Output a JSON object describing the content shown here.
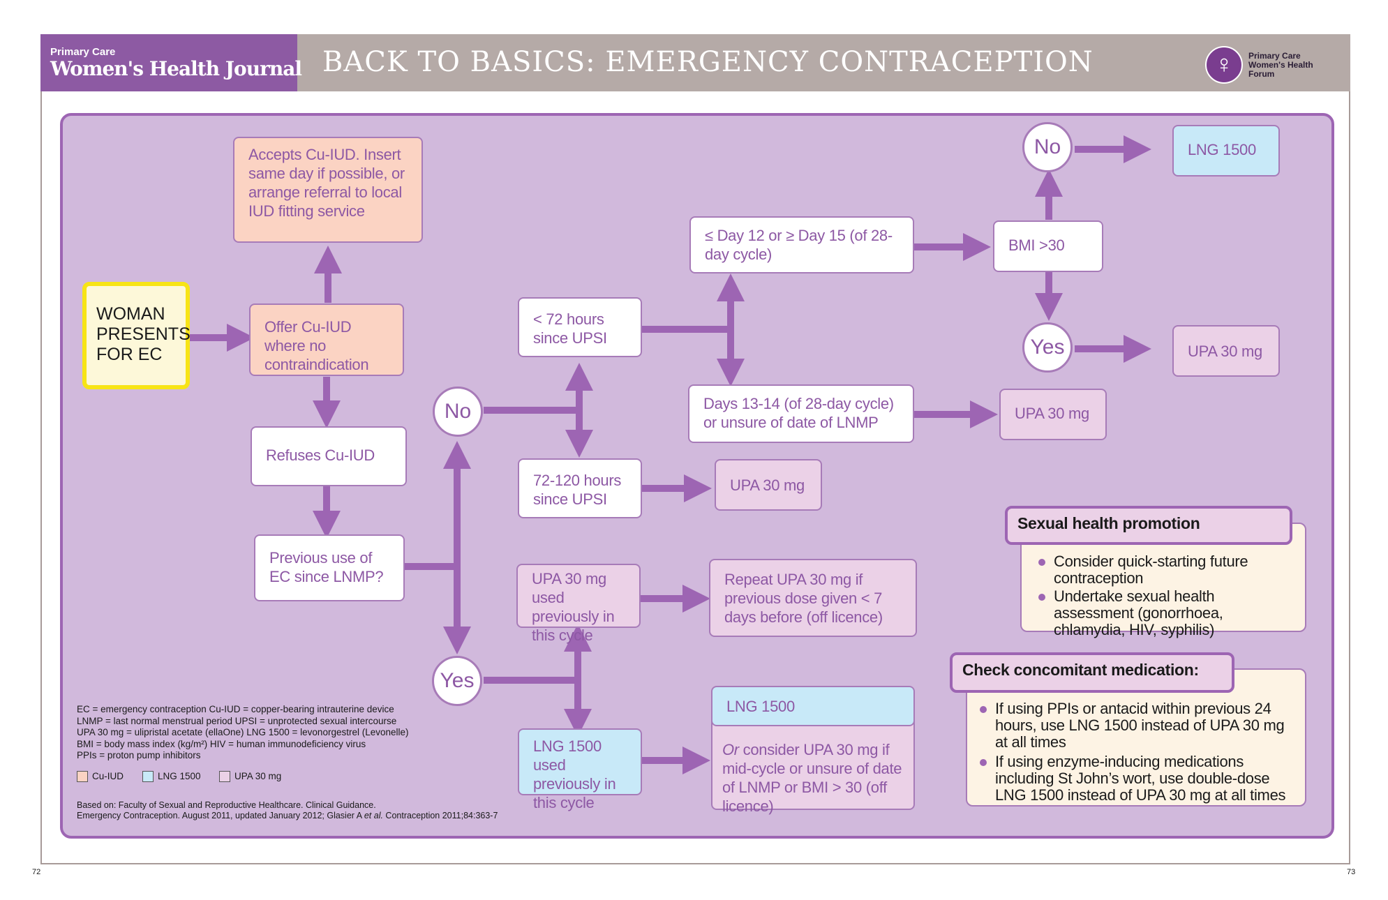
{
  "header": {
    "brand_small": "Primary Care",
    "brand_big": "Women's Health Journal",
    "title": "BACK TO BASICS: EMERGENCY CONTRACEPTION",
    "forum_text": "Primary Care Women's Health Forum",
    "forum_symbol": "♀"
  },
  "colors": {
    "header_purple": "#8d5aa3",
    "header_grey": "#b5aaa7",
    "panel": "#d1b9dc",
    "cu_iud": "#fbd3c3",
    "lng_1500": "#c8e9f8",
    "upa_30": "#ebd1e7",
    "start": "#f7e416"
  },
  "flow": {
    "woman": "WOMAN PRESENTS FOR EC",
    "accepts": "Accepts Cu-IUD. Insert same day if possible, or arrange referral to local IUD fitting service",
    "offer": "Offer Cu-IUD where no contraindication",
    "refuses": "Refuses Cu-IUD",
    "previous": "Previous use of EC since LNMP?",
    "no": "No",
    "yes": "Yes",
    "lt72": "< 72 hours since UPSI",
    "h72_120": "72-120 hours since UPSI",
    "upa_a": "UPA 30 mg",
    "day12": "≤ Day 12 or ≥ Day 15 (of 28-day cycle)",
    "days13": "Days 13-14 (of 28-day cycle) or unsure of date of LNMP",
    "upa_b": "UPA 30 mg",
    "bmi": "BMI >30",
    "bmi_no": "No",
    "bmi_yes": "Yes",
    "lng_top": "LNG 1500",
    "upa_top": "UPA 30 mg",
    "upa_used": "UPA 30 mg used previously in this cycle",
    "repeat": "Repeat UPA 30 mg if previous dose given < 7 days before (off licence)",
    "lng_used": "LNG 1500 used previously in this cycle",
    "lng_bottom_head": "LNG 1500",
    "lng_bottom_or": "Or",
    "lng_bottom_body": " consider UPA 30 mg if mid-cycle or unsure of date of LNMP or BMI > 30 (off licence)"
  },
  "promo": {
    "title": "Sexual health promotion",
    "items": [
      "Consider quick-starting future contraception",
      "Undertake sexual health assessment (gonorrhoea, chlamydia, HIV, syphilis)"
    ]
  },
  "meds": {
    "title": "Check concomitant medication:",
    "items": [
      "If using PPIs or antacid within previous 24 hours, use LNG 1500 instead of UPA 30 mg at all times",
      "If using enzyme-inducing medications including St John’s wort, use double-dose LNG 1500 instead of UPA 30 mg at all times"
    ]
  },
  "legend": {
    "lines": [
      "EC = emergency contraception Cu-IUD = copper-bearing intrauterine device",
      "LNMP = last normal menstrual period  UPSI = unprotected sexual intercourse",
      "UPA 30 mg = ulipristal acetate (ellaOne)  LNG 1500 = levonorgestrel (Levonelle)",
      "BMI = body mass index (kg/m²)  HIV = human immunodeficiency virus",
      "PPIs = proton pump inhibitors"
    ],
    "key_cu": "Cu-IUD",
    "key_lng": "LNG 1500",
    "key_upa": "UPA 30 mg"
  },
  "source": {
    "line1": "Based on: Faculty of Sexual and Reproductive Healthcare. Clinical Guidance.",
    "line2a": "Emergency Contraception. August 2011, updated January 2012; Glasier A ",
    "line2b": "et al.",
    "line2c": " Contraception 2011;84:363-7"
  },
  "pages": {
    "left": "72",
    "right": "73"
  }
}
